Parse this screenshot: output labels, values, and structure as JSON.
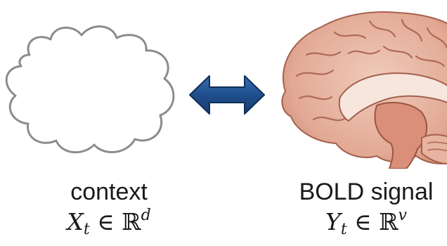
{
  "left_panel": {
    "icon": "cloud-icon",
    "label": "context",
    "math": {
      "symbol": "X",
      "sub": "t",
      "set": "ℝ",
      "sup": "d"
    }
  },
  "connector": {
    "icon": "double-arrow-icon",
    "color": "#1f4e8c"
  },
  "right_panel": {
    "icon": "brain-icon",
    "label": "BOLD signal",
    "math": {
      "symbol": "Y",
      "sub": "t",
      "set": "ℝ",
      "sup": "v"
    }
  },
  "colors": {
    "cloud_stroke": "#8c8c8c",
    "brain_main": "#e7b7a4",
    "brain_dark": "#b8735f",
    "text": "#1a1a1a"
  }
}
